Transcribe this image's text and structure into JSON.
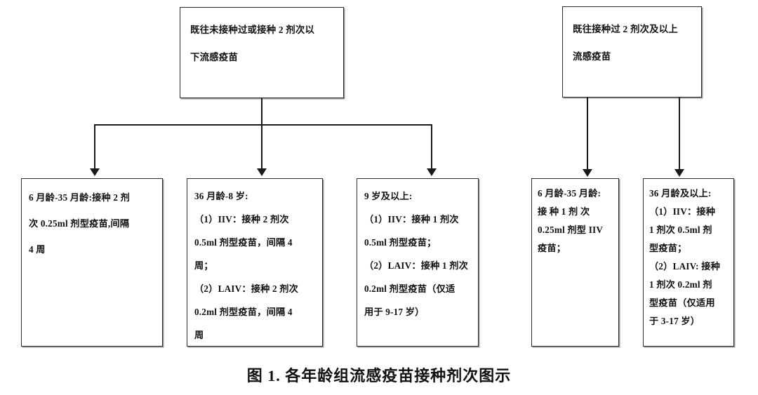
{
  "figure": {
    "caption": "图 1. 各年龄组流感疫苗接种剂次图示",
    "caption_label": "图 1.",
    "caption_title": "各年龄组流感疫苗接种剂次图示"
  },
  "diagram": {
    "type": "flowchart",
    "orientation": "top-down",
    "branches": [
      {
        "id": "branch-unvaccinated",
        "root": {
          "id": "root-left",
          "text": "既往未接种过或接种 2 剂次以\n下流感疫苗"
        },
        "children": [
          {
            "id": "leaf-6m-35m-two-dose",
            "text": "6 月龄-35 月龄:接种 2 剂\n次 0.25ml 剂型疫苗,间隔\n4 周"
          },
          {
            "id": "leaf-36m-8y",
            "text": "36 月龄-8 岁:\n（1）IIV：接种 2 剂次\n0.5ml 剂型疫苗，间隔 4\n周；\n（2）LAIV：接种 2 剂次\n0.2ml 剂型疫苗，间隔 4\n周"
          },
          {
            "id": "leaf-9y-above",
            "text": "9 岁及以上:\n（1）IIV：接种 1 剂次\n0.5ml 剂型疫苗；\n（2）LAIV：接种 1 剂次\n0.2ml 剂型疫苗（仅适\n用于 9-17 岁）"
          }
        ]
      },
      {
        "id": "branch-vaccinated",
        "root": {
          "id": "root-right",
          "text": "既往接种过 2 剂次及以上\n流感疫苗"
        },
        "children": [
          {
            "id": "leaf-6m-35m-one-dose",
            "text": "6 月龄-35 月龄:\n接 种 1 剂 次\n0.25ml 剂型 IIV\n疫苗；"
          },
          {
            "id": "leaf-36m-above",
            "text": "36 月龄及以上:\n（1）IIV：接种\n1 剂次 0.5ml 剂\n型疫苗；\n（2）LAIV: 接种\n1 剂次 0.2ml 剂\n型疫苗（仅适用\n于 3-17 岁）"
          }
        ]
      }
    ]
  },
  "style": {
    "border_color": "#2b2b2b",
    "line_color": "#1a1a1a",
    "text_color": "#111111",
    "background": "#ffffff"
  }
}
